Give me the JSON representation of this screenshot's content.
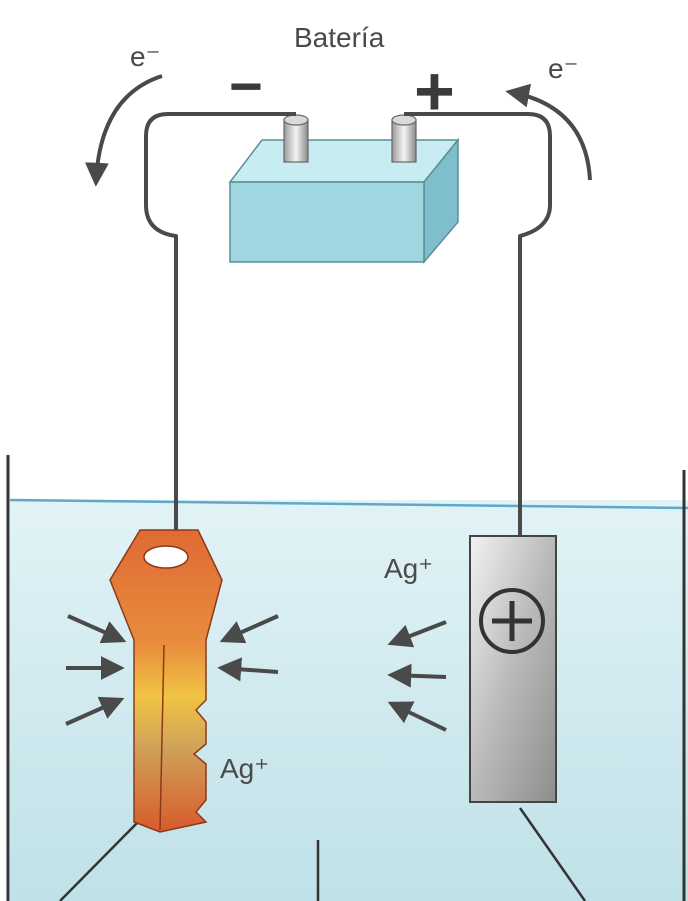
{
  "diagram": {
    "title": "Batería",
    "battery_negative_sign": "−",
    "battery_positive_sign": "+",
    "electron_label_left": "e⁻",
    "electron_label_right": "e⁻",
    "ion_label_top": "Ag⁺",
    "ion_label_bottom": "Ag⁺",
    "anode_symbol": "+"
  },
  "colors": {
    "solution": "#cfe9ee",
    "solution_surface": "#5fa8c8",
    "battery_face": "#9fd6df",
    "wire": "#4a4a4a",
    "anode_plate": "#bfbfbf",
    "key_top": "#e2763a",
    "key_middle": "#f2c34a",
    "key_bottom": "#d9602e"
  },
  "icons": [
    "battery",
    "key-cathode",
    "silver-anode-plate",
    "electron-flow-arrow",
    "ion-migration-arrow"
  ]
}
